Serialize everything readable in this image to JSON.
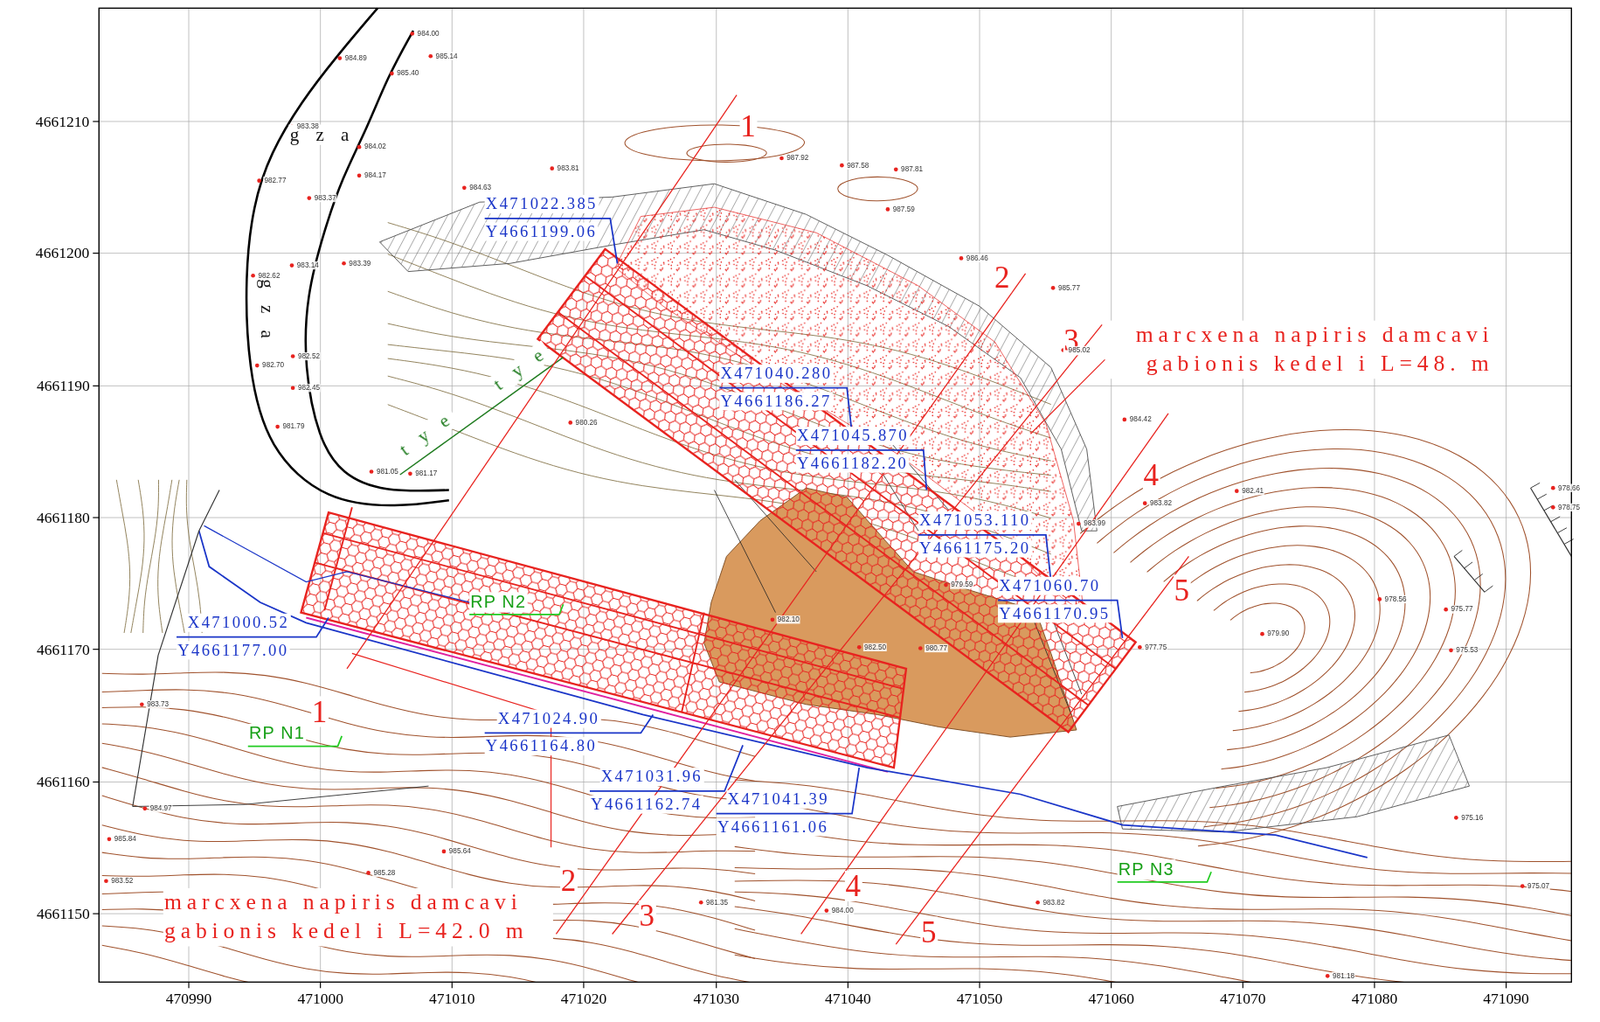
{
  "diagram": {
    "labels": [
      "4661210",
      "4661200",
      "4661190",
      "4661180",
      "4661170",
      "4661160",
      "4661150",
      "470990",
      "471000",
      "471010",
      "471020",
      "471030",
      "471040",
      "471050",
      "471060",
      "471070",
      "471080",
      "471090",
      "1",
      "2",
      "3",
      "4",
      "5",
      "1",
      "2",
      "3",
      "4",
      "5",
      "marcxena napiris damcavi gabionis kedel i L=48. m",
      "marcxena napiris damcavi gabionis kedel i L=42.0 m",
      "X471022.385",
      "Y4661199.06",
      "X471040.280",
      "Y4661186.27",
      "X471045.870",
      "Y4661182.20",
      "X471053.110",
      "Y4661175.20",
      "X471060.70",
      "Y4661170.95",
      "X471000.52",
      "Y4661177.00",
      "X471024.90",
      "Y4661164.80",
      "X471031.96",
      "Y4661162.74",
      "X471041.39",
      "Y4661161.06",
      "RP N1",
      "RP N2",
      "RP N3",
      "g z a",
      "g z a",
      "t y e",
      "t y e",
      "984.89",
      "985.40",
      "984.00",
      "985.14",
      "983.38",
      "984.02",
      "982.77",
      "984.17",
      "983.37",
      "983.39",
      "982.62",
      "983.14",
      "982.52",
      "982.70",
      "982.45",
      "981.79",
      "981.05",
      "981.17",
      "983.81",
      "984.63",
      "987.92",
      "987.58",
      "987.81",
      "987.59",
      "986.46",
      "985.77",
      "985.02",
      "984.42",
      "983.82",
      "983.99",
      "982.41",
      "979.90",
      "977.75",
      "978.56",
      "975.77",
      "975.53",
      "978.75",
      "978.66",
      "975.16",
      "975.07",
      "981.18",
      "983.73",
      "984.97",
      "985.84",
      "983.52",
      "985.64",
      "985.28",
      "981.35",
      "984.00",
      "983.82",
      "980.26",
      "982.10",
      "982.50",
      "980.77",
      "979.59"
    ]
  }
}
